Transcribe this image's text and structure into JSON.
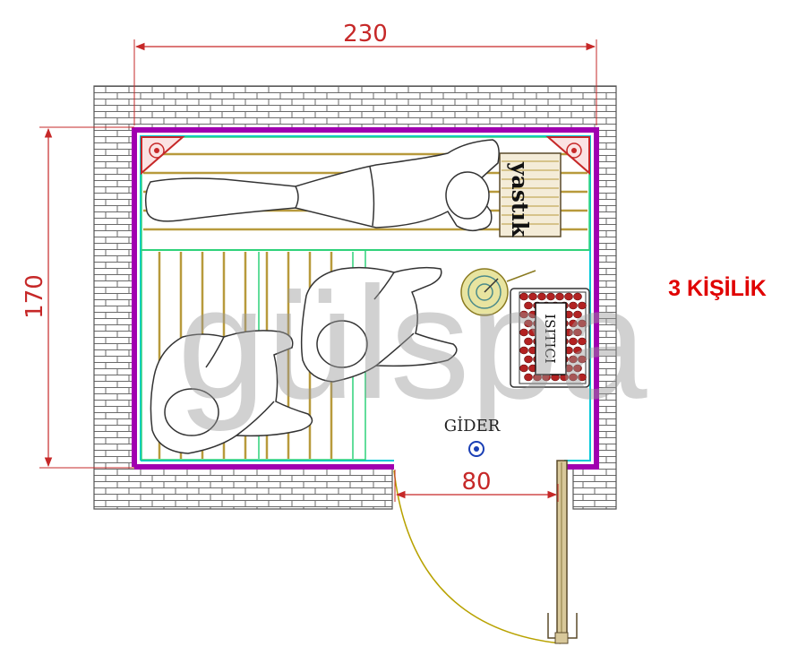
{
  "dimensions": {
    "width_label": "230",
    "height_label": "170",
    "door_label": "80"
  },
  "capacity_label": "3 KİŞİLİK",
  "drain_label": "GİDER",
  "pillow_label": "yastık",
  "heater_label": "ISITICI",
  "watermark": "gülspa",
  "colors": {
    "dimension": "#c62828",
    "capacity": "#e00000",
    "inner_wall": "#a000b0",
    "insulation": "#00c8d8",
    "bench": "#b89a3c",
    "bench_divider": "#2fd27a",
    "heater_stones": "#b22222",
    "door_arc": "#b8a200"
  }
}
